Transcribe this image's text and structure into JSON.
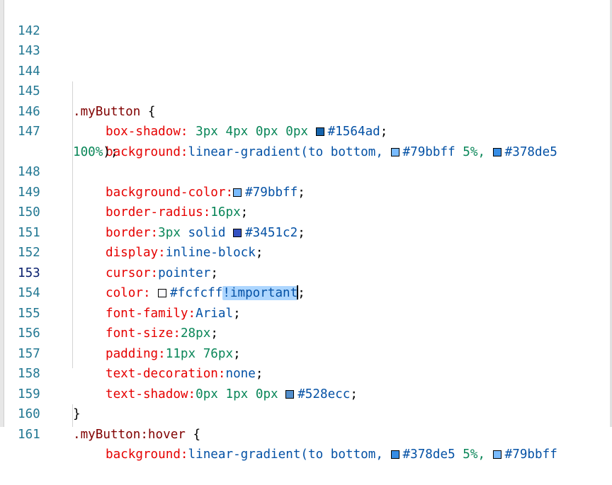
{
  "colors": {
    "c1564ad": "#1564ad",
    "c79bbff": "#79bbff",
    "c378de5": "#378de5",
    "c3451c2": "#3451c2",
    "cfcfcff": "#fcfcff",
    "c528ecc": "#528ecc"
  },
  "lines": [
    {
      "n": "142"
    },
    {
      "n": "143"
    },
    {
      "n": "144"
    },
    {
      "n": "145",
      "sel": ".myButton",
      "brace": " {"
    },
    {
      "n": "146",
      "prop": "box-shadow:",
      "v1": " 3px 4px 0px 0px ",
      "hex": "#1564ad",
      "end": ";"
    },
    {
      "n": "147",
      "prop": "background:",
      "fn": "linear-gradient(to bottom, ",
      "hex1": "#79bbff",
      "pct1": " 5%,",
      "sp": " ",
      "hex2": "#378de5",
      "wrap": "100%",
      "end": ");"
    },
    {
      "n": "148",
      "prop": "background-color:",
      "hex": "#79bbff",
      "end": ";"
    },
    {
      "n": "149",
      "prop": "border-radius:",
      "v1": "16px",
      "end": ";"
    },
    {
      "n": "150",
      "prop": "border:",
      "v1": "3px",
      "v2": " solid ",
      "hex": "#3451c2",
      "end": ";"
    },
    {
      "n": "151",
      "prop": "display:",
      "v1": "inline-block",
      "end": ";"
    },
    {
      "n": "152",
      "prop": "cursor:",
      "v1": "pointer",
      "end": ";"
    },
    {
      "n": "153",
      "prop": "color:",
      "hex": "#fcfcff",
      "imp": "!important",
      "end": ";"
    },
    {
      "n": "154",
      "prop": "font-family:",
      "v1": "Arial",
      "end": ";"
    },
    {
      "n": "155",
      "prop": "font-size:",
      "v1": "28px",
      "end": ";"
    },
    {
      "n": "156",
      "prop": "padding:",
      "v1": "11px 76px",
      "end": ";"
    },
    {
      "n": "157",
      "prop": "text-decoration:",
      "v1": "none",
      "end": ";"
    },
    {
      "n": "158",
      "prop": "text-shadow:",
      "v1": "0px 1px 0px ",
      "hex": "#528ecc",
      "end": ";"
    },
    {
      "n": "159",
      "close": "}"
    },
    {
      "n": "160",
      "sel": ".myButton:hover",
      "brace": " {"
    },
    {
      "n": "161",
      "prop": "background:",
      "fn": "linear-gradient(to bottom, ",
      "hex1": "#378de5",
      "pct1": " 5%,",
      "sp": " ",
      "hex2": "#79bbff"
    }
  ]
}
